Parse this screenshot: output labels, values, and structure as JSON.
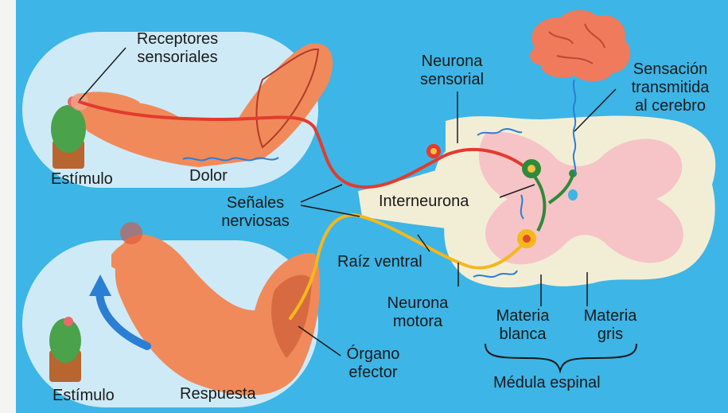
{
  "labels": {
    "receptores_line1": "Receptores",
    "receptores_line2": "sensoriales",
    "estimulo_top": "Estímulo",
    "dolor": "Dolor",
    "neurona_sensorial_line1": "Neurona",
    "neurona_sensorial_line2": "sensorial",
    "sensacion_line1": "Sensación",
    "sensacion_line2": "transmitida",
    "sensacion_line3": "al cerebro",
    "senales_line1": "Señales",
    "senales_line2": "nerviosas",
    "interneurona": "Interneurona",
    "raiz_ventral": "Raíz ventral",
    "neurona_motora_line1": "Neurona",
    "neurona_motora_line2": "motora",
    "materia_blanca_line1": "Materia",
    "materia_blanca_line2": "blanca",
    "materia_gris_line1": "Materia",
    "materia_gris_line2": "gris",
    "organo_line1": "Órgano",
    "organo_line2": "efector",
    "estimulo_bottom": "Estímulo",
    "respuesta": "Respuesta",
    "medula_espinal": "Médula espinal"
  },
  "colors": {
    "background": "#3db5e6",
    "panel": "#cfeaf7",
    "skin": "#f08a5a",
    "sensory_nerve": "#e23b2e",
    "motor_nerve": "#f4b81c",
    "interneuron": "#2f8a3a",
    "brain": "#f07a5c",
    "white_matter": "#f2eed6",
    "gray_matter": "#f6c4c6",
    "signal": "#2a7fd4"
  }
}
